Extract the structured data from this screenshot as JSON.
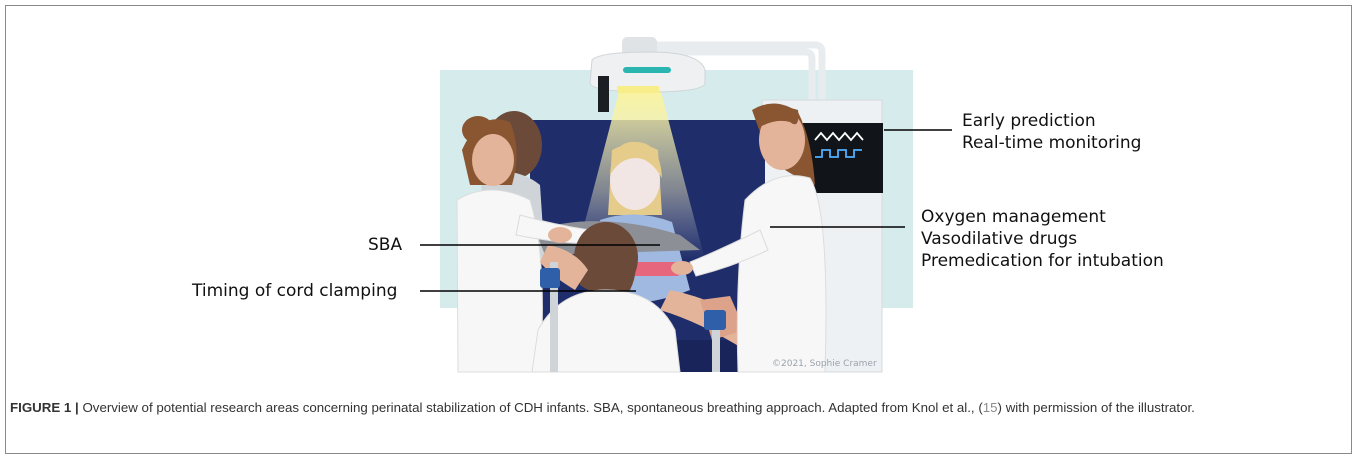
{
  "figure": {
    "labels": {
      "early_prediction": "Early prediction",
      "realtime_monitoring": "Real-time monitoring",
      "oxygen_management": "Oxygen management",
      "vasodilative_drugs": "Vasodilative drugs",
      "premedication": "Premedication for intubation",
      "sba": "SBA",
      "cord_clamping": "Timing of cord clamping"
    },
    "credit": "©2021, Sophie Cramer"
  },
  "caption": {
    "figure_label": "FIGURE 1 |",
    "text_part1": "Overview of potential research areas concerning perinatal stabilization of CDH infants. SBA, spontaneous breathing approach. Adapted from Knol et al.,",
    "ref_open": "(",
    "ref_num": "15",
    "ref_close": ")",
    "text_part2": "with permission of the illustrator."
  },
  "colors": {
    "backdrop": "#d6ecec",
    "panel": "#1f2e6b",
    "skin": "#e3b49a",
    "hair_dark": "#6b4a3a",
    "hair_brown": "#8a5632",
    "coat": "#f7f7f7",
    "monitor": "#111418",
    "lamp_teal": "#2bb5b0",
    "light_yellow": "#f7ee8a"
  }
}
